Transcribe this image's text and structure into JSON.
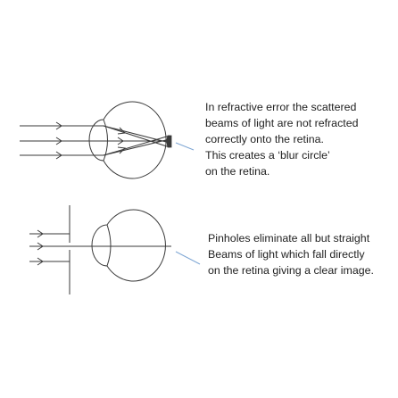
{
  "captions": {
    "refraction": {
      "lines": [
        "In refractive error the scattered",
        "beams of light are not refracted",
        "correctly onto the retina.",
        "This creates a ‘blur circle’",
        "on the retina."
      ]
    },
    "pinhole": {
      "lines": [
        "Pinholes eliminate all but straight",
        "Beams of light which fall directly",
        "on the retina giving a clear image."
      ]
    }
  },
  "colors": {
    "line": "#3a3a3a",
    "pointer": "#7fa7d4",
    "text": "#222222",
    "background": "#ffffff"
  }
}
